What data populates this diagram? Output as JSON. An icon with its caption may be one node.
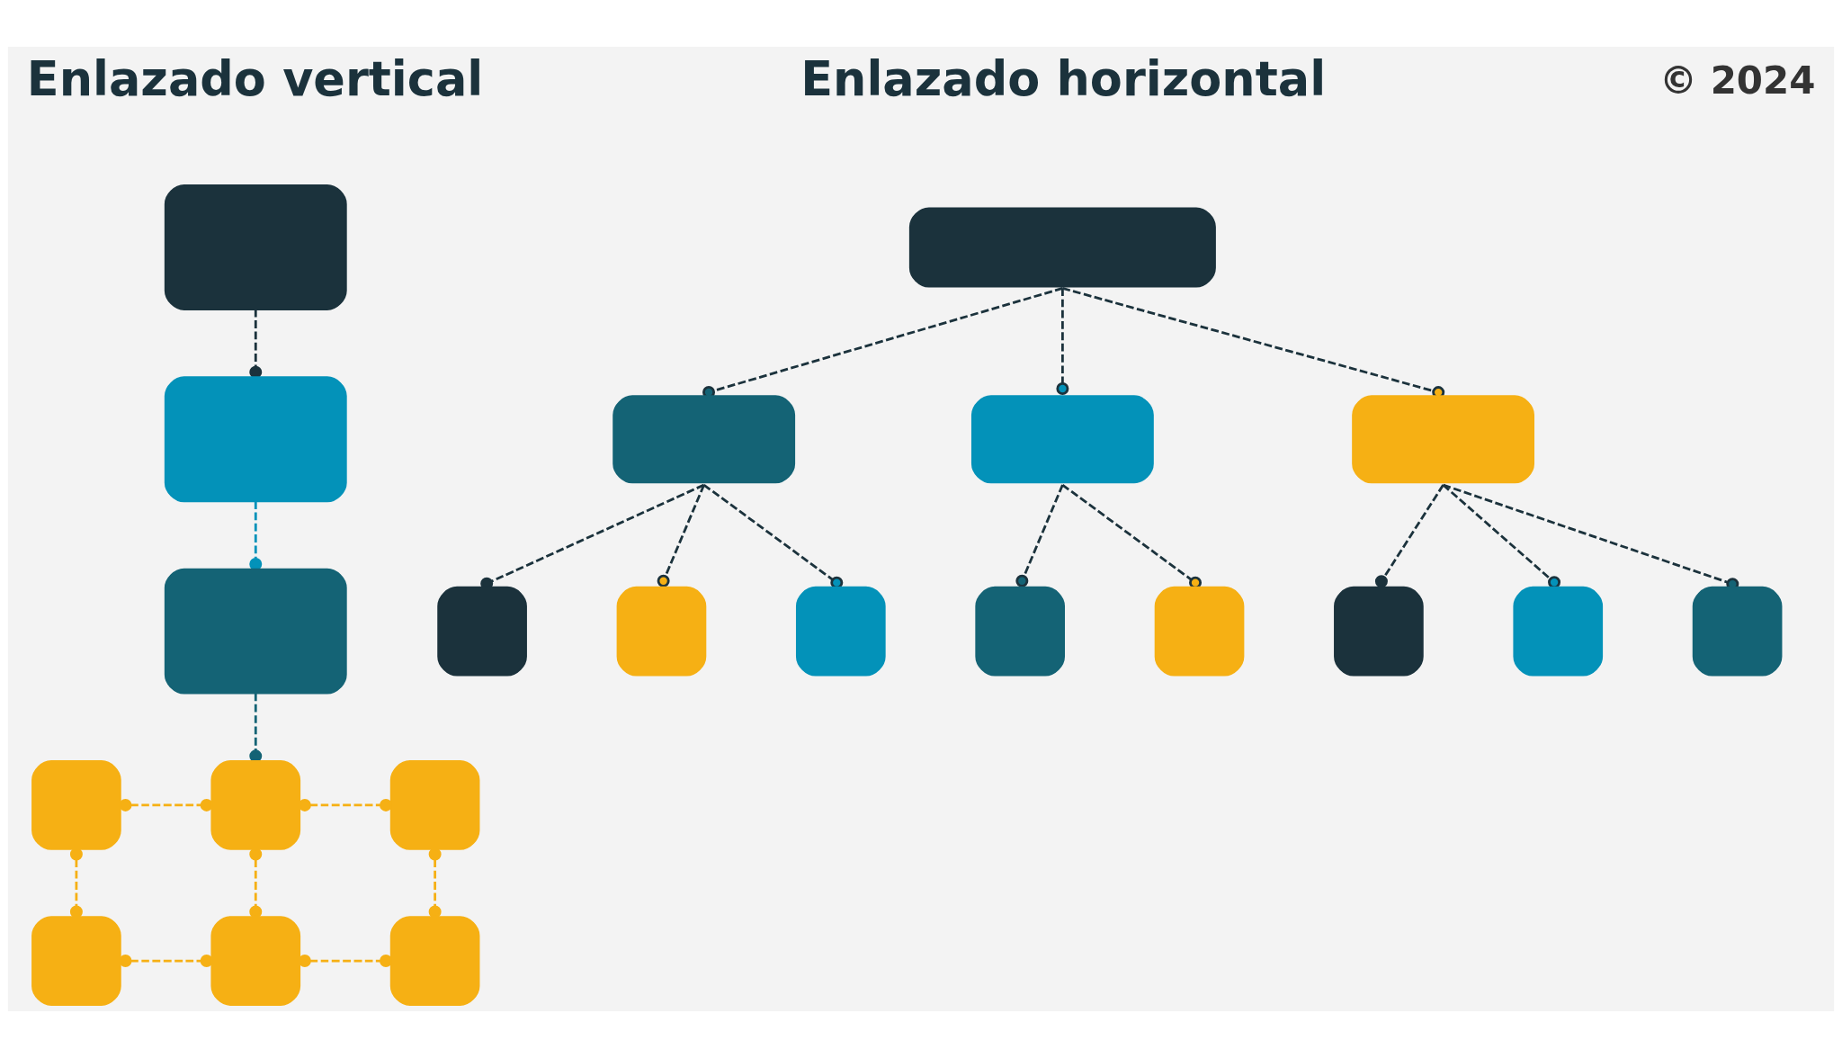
{
  "diagram": {
    "nodes": [
      {
        "text": [],
        "shape": "box"
      },
      {
        "text": [],
        "shape": "box"
      },
      {
        "text": [],
        "shape": "box"
      },
      {
        "text": [],
        "shape": "box"
      },
      {
        "text": [],
        "shape": "box"
      },
      {
        "text": [],
        "shape": "box"
      },
      {
        "text": [],
        "shape": "box"
      },
      {
        "text": [],
        "shape": "box"
      },
      {
        "text": [],
        "shape": "box"
      },
      {
        "text": [],
        "shape": "box"
      },
      {
        "text": [],
        "shape": "box"
      },
      {
        "text": [],
        "shape": "box"
      },
      {
        "text": [],
        "shape": "box"
      },
      {
        "text": [],
        "shape": "box"
      },
      {
        "text": [],
        "shape": "box"
      },
      {
        "text": [],
        "shape": "box"
      },
      {
        "text": [],
        "shape": "box"
      },
      {
        "text": [],
        "shape": "box"
      },
      {
        "text": [],
        "shape": "box"
      },
      {
        "text": [],
        "shape": "box"
      },
      {
        "text": [],
        "shape": "box"
      }
    ],
    "edges": [
      {
        "from": 0,
        "to": 1,
        "arrow": "other",
        "style": "dashed"
      },
      {
        "from": 1,
        "to": 2,
        "arrow": "other",
        "style": "dashed",
        "color": "#0392b9"
      },
      {
        "from": 2,
        "to": 4,
        "arrow": "other",
        "style": "dashed",
        "color": "#146375"
      },
      {
        "from": 3,
        "to": 4,
        "arrow": "other",
        "style": "dashed",
        "color": "#f6b014"
      },
      {
        "from": 4,
        "to": 5,
        "arrow": "other",
        "style": "dashed",
        "color": "#f6b014"
      },
      {
        "from": 3,
        "to": 6,
        "arrow": "other",
        "style": "dashed",
        "color": "#f6b014"
      },
      {
        "from": 4,
        "to": 7,
        "arrow": "other",
        "style": "dashed",
        "color": "#f6b014"
      },
      {
        "from": 5,
        "to": 8,
        "arrow": "other",
        "style": "dashed",
        "color": "#f6b014"
      },
      {
        "from": 6,
        "to": 7,
        "arrow": "other",
        "style": "dashed",
        "color": "#f6b014"
      },
      {
        "from": 7,
        "to": 8,
        "arrow": "other",
        "style": "dashed",
        "color": "#f6b014"
      },
      {
        "from": 9,
        "to": 10,
        "arrow": "other",
        "style": "dashed"
      },
      {
        "from": 9,
        "to": 11,
        "arrow": "other",
        "style": "dashed"
      },
      {
        "from": 9,
        "to": 12,
        "arrow": "other",
        "style": "dashed"
      },
      {
        "from": 10,
        "to": 13,
        "arrow": "other",
        "style": "dashed"
      },
      {
        "from": 10,
        "to": 14,
        "arrow": "other",
        "style": "dashed"
      },
      {
        "from": 10,
        "to": 15,
        "arrow": "other",
        "style": "dashed"
      },
      {
        "from": 11,
        "to": 16,
        "arrow": "other",
        "style": "dashed"
      },
      {
        "from": 11,
        "to": 17,
        "arrow": "other",
        "style": "dashed"
      },
      {
        "from": 12,
        "to": 18,
        "arrow": "other",
        "style": "dashed"
      },
      {
        "from": 12,
        "to": 19,
        "arrow": "other",
        "style": "dashed"
      },
      {
        "from": 12,
        "to": 20,
        "arrow": "other",
        "style": "dashed"
      }
    ],
    "labels": [
      "© 2024",
      "Enlazado vertical",
      "Enlazado horizontal"
    ]
  }
}
